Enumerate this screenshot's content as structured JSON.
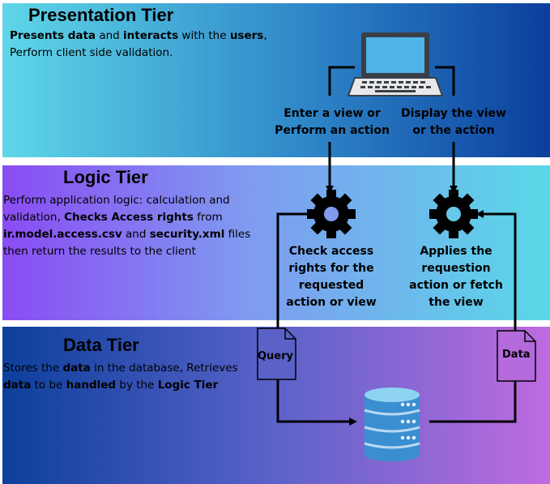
{
  "presentation": {
    "title": "Presentation Tier",
    "desc_bold_1": "Presents data",
    "desc_text_1": " and ",
    "desc_bold_2": "interacts",
    "desc_text_2": " with  the ",
    "desc_bold_3": "users",
    "desc_text_3": ",",
    "desc_line_2": "Perform client side validation.",
    "caption_left_1": "Enter a view or",
    "caption_left_2": "Perform an action",
    "caption_right_1": "Display the view",
    "caption_right_2": "or the action"
  },
  "logic": {
    "title": "Logic Tier",
    "desc_text_1": "Perform application logic: calculation and validation, ",
    "desc_bold_1": "Checks Access rights",
    "desc_text_2": " from ",
    "desc_bold_2": "ir.model.access.csv",
    "desc_text_3": " and ",
    "desc_bold_3": "security.xml",
    "desc_text_4": " files then return the results to the client",
    "caption_left_1": "Check access",
    "caption_left_2": "rights for the",
    "caption_left_3": "requested",
    "caption_left_4": "action or view",
    "caption_right_1": "Applies the",
    "caption_right_2": "requestion",
    "caption_right_3": "action or fetch",
    "caption_right_4": "the view"
  },
  "data_tier": {
    "title": "Data Tier",
    "desc_text_1": "Stores the ",
    "desc_bold_1": "data",
    "desc_text_2": " in the database, Retrieves ",
    "desc_bold_2": "data",
    "desc_text_3": " to be ",
    "desc_bold_3": "handled",
    "desc_text_4": " by the ",
    "desc_bold_4": "Logic Tier",
    "query_label": "Query",
    "data_label": "Data"
  },
  "colors": {
    "presentation_band": "#2f87c8",
    "logic_band": "#7f9bf0",
    "data_band": "#5b63c9",
    "database": "#3a8fd0",
    "laptop_screen": "#4fb4e8"
  }
}
